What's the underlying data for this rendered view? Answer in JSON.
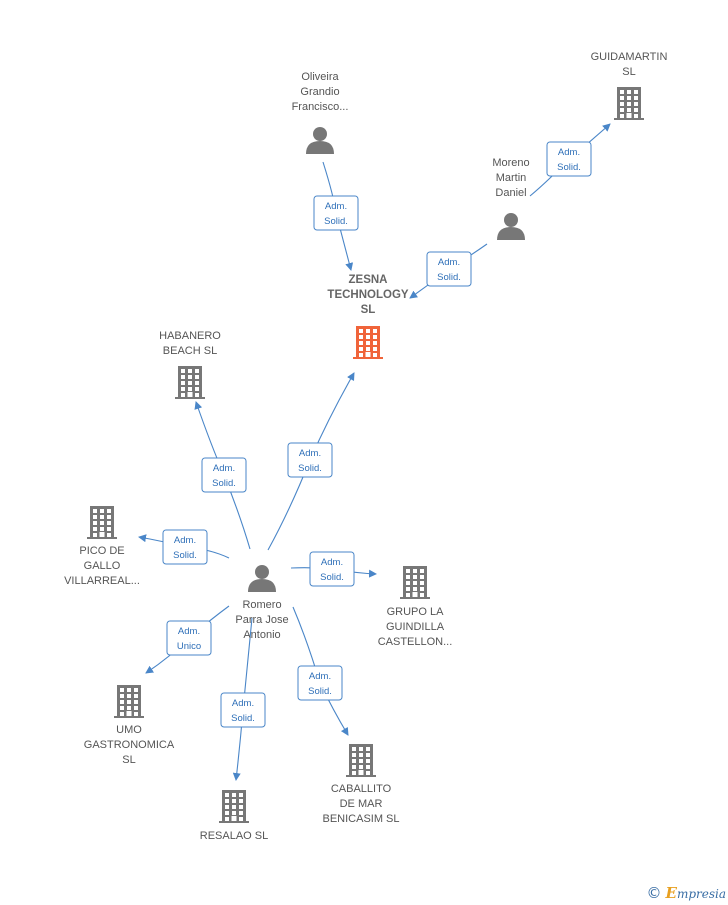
{
  "colors": {
    "edge": "#4a86c8",
    "company": "#777777",
    "company_main": "#f0643a",
    "person": "#777777"
  },
  "nodes": [
    {
      "id": "zesna",
      "type": "company",
      "main": true,
      "lines": [
        "ZESNA",
        "TECHNOLOGY",
        "SL"
      ]
    },
    {
      "id": "guidamartin",
      "type": "company",
      "lines": [
        "GUIDAMARTIN",
        "SL"
      ]
    },
    {
      "id": "oliveira",
      "type": "person",
      "lines": [
        "Oliveira",
        "Grandio",
        "Francisco..."
      ]
    },
    {
      "id": "moreno",
      "type": "person",
      "lines": [
        "Moreno",
        "Martin",
        "Daniel"
      ]
    },
    {
      "id": "habanero",
      "type": "company",
      "lines": [
        "HABANERO",
        "BEACH  SL"
      ]
    },
    {
      "id": "pico",
      "type": "company",
      "lines": [
        "PICO DE",
        "GALLO",
        "VILLARREAL..."
      ]
    },
    {
      "id": "romero",
      "type": "person",
      "lines": [
        "Romero",
        "Parra Jose",
        "Antonio"
      ]
    },
    {
      "id": "grupo",
      "type": "company",
      "lines": [
        "GRUPO LA",
        "GUINDILLA",
        "CASTELLON..."
      ]
    },
    {
      "id": "umo",
      "type": "company",
      "lines": [
        "UMO",
        "GASTRONOMICA",
        "SL"
      ]
    },
    {
      "id": "resalao",
      "type": "company",
      "lines": [
        "RESALAO  SL"
      ]
    },
    {
      "id": "caballito",
      "type": "company",
      "lines": [
        "CABALLITO",
        "DE MAR",
        "BENICASIM  SL"
      ]
    }
  ],
  "edges": [
    {
      "from": "oliveira",
      "to": "zesna",
      "role": [
        "Adm.",
        "Solid."
      ]
    },
    {
      "from": "moreno",
      "to": "zesna",
      "role": [
        "Adm.",
        "Solid."
      ]
    },
    {
      "from": "moreno",
      "to": "guidamartin",
      "role": [
        "Adm.",
        "Solid."
      ]
    },
    {
      "from": "romero",
      "to": "zesna",
      "role": [
        "Adm.",
        "Solid."
      ]
    },
    {
      "from": "romero",
      "to": "habanero",
      "role": [
        "Adm.",
        "Solid."
      ]
    },
    {
      "from": "romero",
      "to": "pico",
      "role": [
        "Adm.",
        "Solid."
      ]
    },
    {
      "from": "romero",
      "to": "grupo",
      "role": [
        "Adm.",
        "Solid."
      ]
    },
    {
      "from": "romero",
      "to": "umo",
      "role": [
        "Adm.",
        "Unico"
      ]
    },
    {
      "from": "romero",
      "to": "resalao",
      "role": [
        "Adm.",
        "Solid."
      ]
    },
    {
      "from": "romero",
      "to": "caballito",
      "role": [
        "Adm.",
        "Solid."
      ]
    }
  ],
  "footer": {
    "copyright": "©",
    "brand_initial": "E",
    "brand_rest": "mpresia"
  }
}
